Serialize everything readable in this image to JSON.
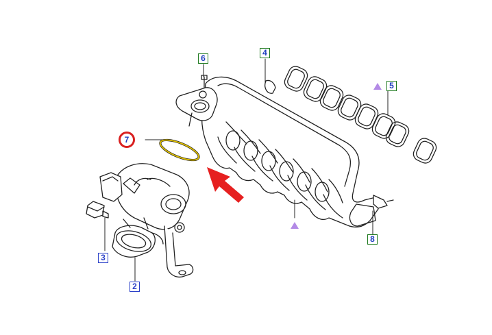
{
  "callouts": {
    "c2": "2",
    "c3": "3",
    "c4": "4",
    "c5": "5",
    "c6": "6",
    "c7": "7",
    "c8": "8"
  },
  "colors": {
    "highlight_ring": "#d92020",
    "gasket": "#e0c000",
    "arrow": "#e62020",
    "callout_green": "#1f7a1f",
    "callout_blue": "#2a3fc8",
    "marker": "#b38ae6"
  },
  "icons": [
    "pointer-arrow-icon",
    "triangle-marker-icon"
  ]
}
